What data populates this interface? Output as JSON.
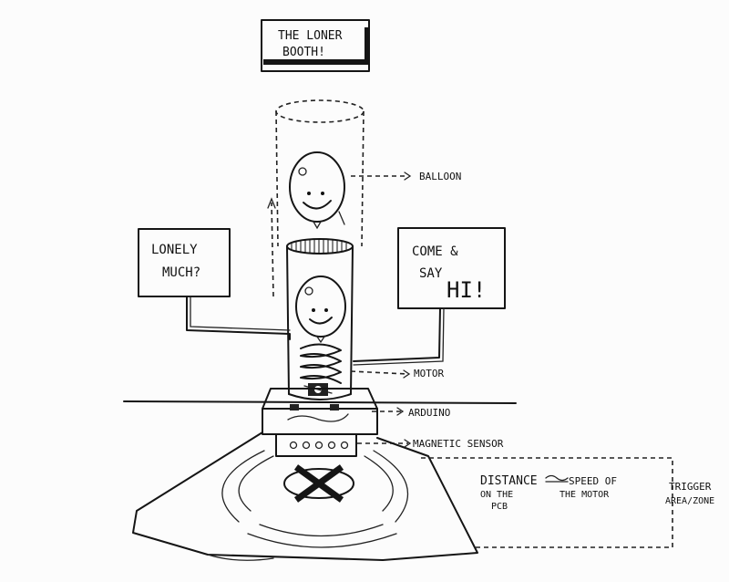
{
  "title": {
    "line1": "THE LONER",
    "line2": "BOOTH!"
  },
  "signs": {
    "left_line1": "LONELY",
    "left_line2": "MUCH?",
    "right_line1": "COME &",
    "right_line2": "SAY",
    "right_line3": "HI!"
  },
  "labels": {
    "balloon": "BALLOON",
    "motor": "MOTOR",
    "arduino": "ARDUINO",
    "magnetic_sensor": "MAGNETIC SENSOR",
    "distance_line1": "DISTANCE",
    "distance_line2": "ON THE",
    "distance_line3": "PCB",
    "speed_line1": "SPEED OF",
    "speed_line2": "THE MOTOR",
    "trigger_line1": "TRIGGER",
    "trigger_line2": "AREA/ZONE"
  }
}
